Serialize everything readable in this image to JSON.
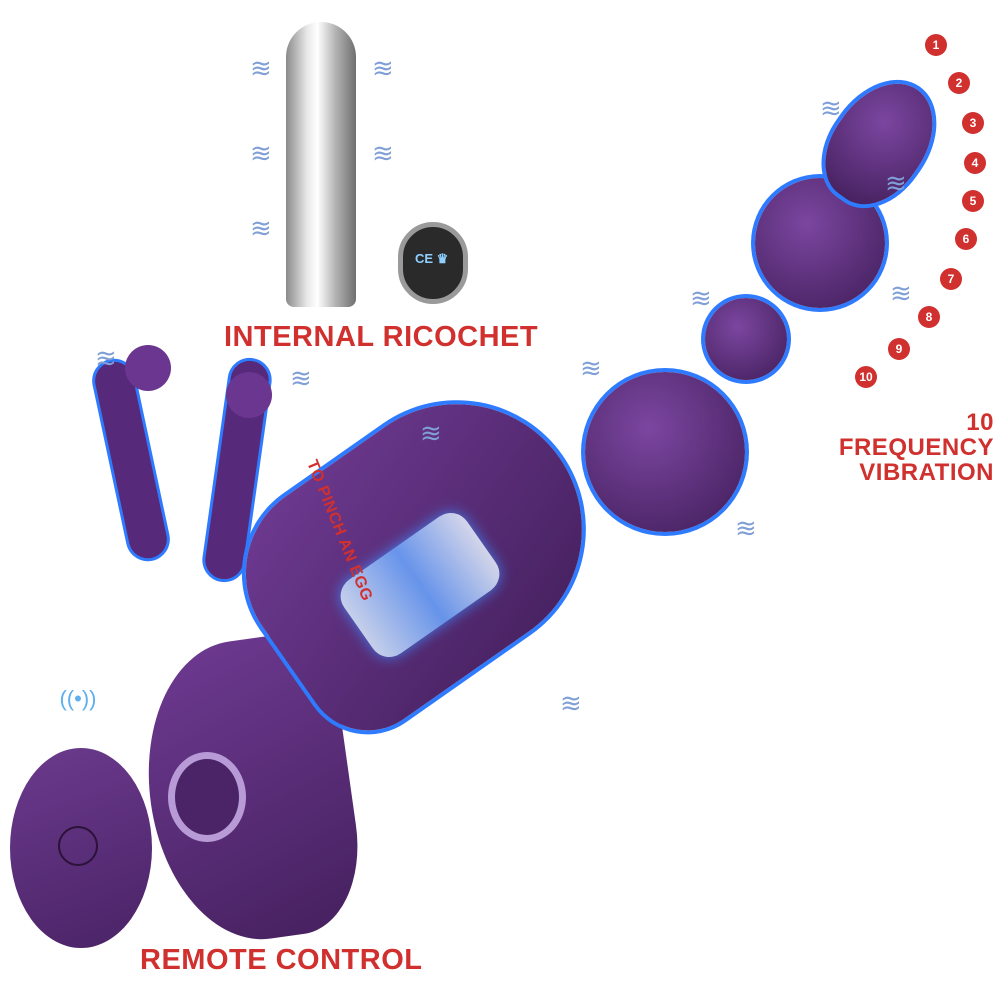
{
  "labels": {
    "internal": "INTERNAL RICOCHET",
    "frequency": "10 FREQUENCY VIBRATION",
    "pinch": "TO PINCH AN EGG",
    "remote": "REMOTE CONTROL"
  },
  "frequency_levels": [
    "1",
    "2",
    "3",
    "4",
    "5",
    "6",
    "7",
    "8",
    "9",
    "10"
  ],
  "icons": {
    "vibration_wave": "≋",
    "signal": "((•))",
    "cap_marks": "CE ♛"
  },
  "colors": {
    "accent_red": "#d0302e",
    "product_purple": "#5b2d7a",
    "glow_blue": "#2f7bff",
    "background": "#ffffff"
  }
}
